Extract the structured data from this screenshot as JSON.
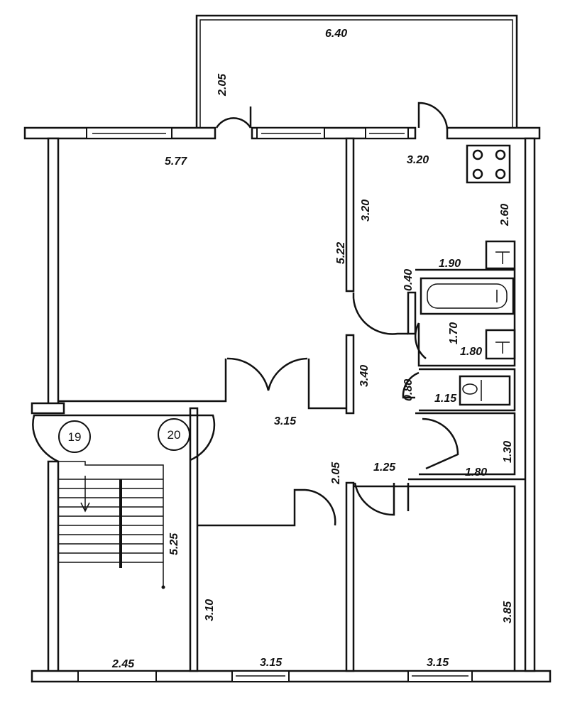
{
  "title": "Apartment floor plan",
  "dimensions": {
    "balcony_width": "6.40",
    "balcony_depth": "2.05",
    "living_width": "5.77",
    "living_length": "5.22",
    "kitchen_width": "3.20",
    "kitchen_depth": "3.20",
    "kitchen_right": "2.60",
    "bath_width": "1.90",
    "bath_gap": "0.40",
    "bath_depth": "1.70",
    "bath_lower": "1.80",
    "hall_upper": "3.40",
    "wc_depth": "0.80",
    "wc_width": "1.15",
    "hall_width": "3.15",
    "closet_depth": "1.30",
    "closet_width": "1.80",
    "corridor_width": "1.25",
    "corridor_depth": "2.05",
    "stair_length": "5.25",
    "bedroom1_depth": "3.10",
    "bedroom2_depth": "3.85",
    "stair_width": "2.45",
    "bedroom1_width": "3.15",
    "bedroom2_width": "3.15"
  },
  "apartment_numbers": [
    "19",
    "20"
  ]
}
